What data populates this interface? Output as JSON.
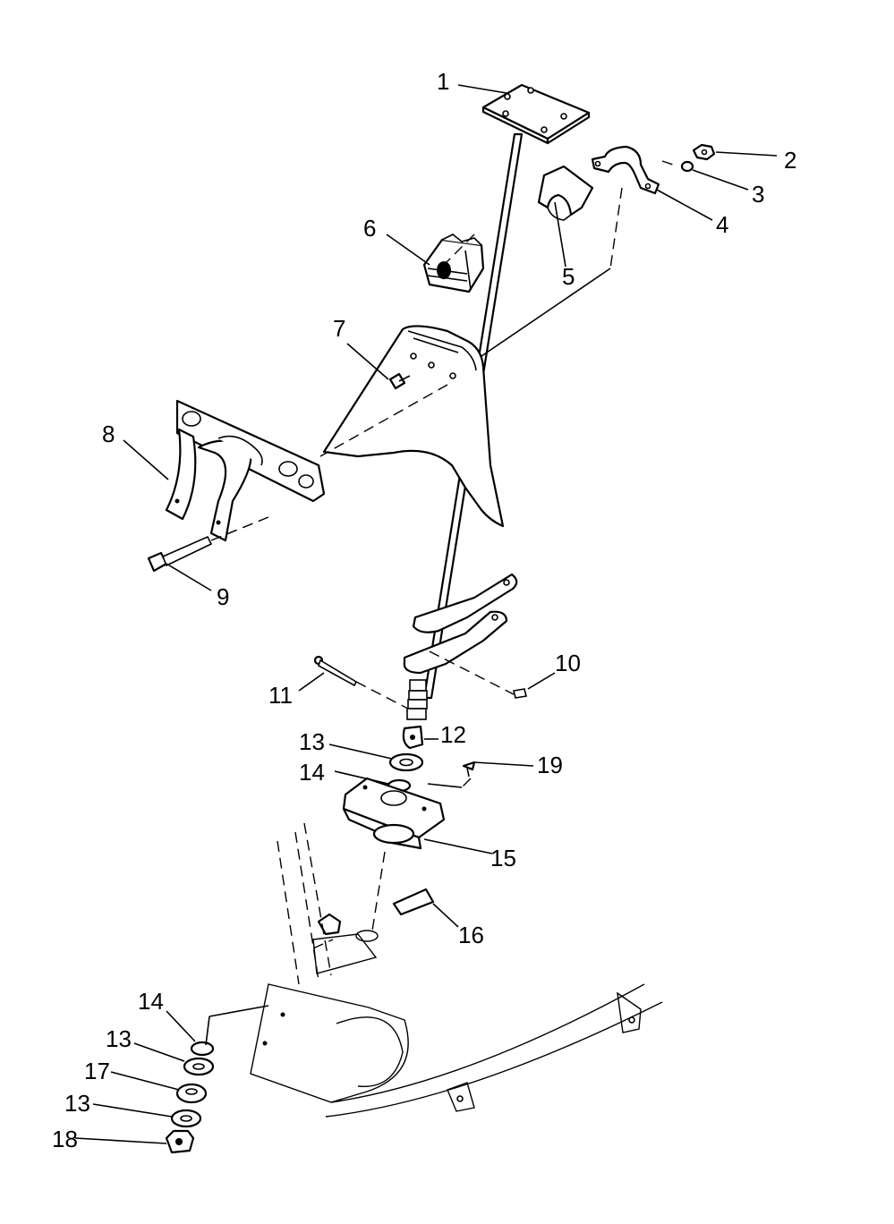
{
  "callouts": [
    {
      "id": "c1",
      "text": "1"
    },
    {
      "id": "c2",
      "text": "2"
    },
    {
      "id": "c3",
      "text": "3"
    },
    {
      "id": "c4",
      "text": "4"
    },
    {
      "id": "c5",
      "text": "5"
    },
    {
      "id": "c6",
      "text": "6"
    },
    {
      "id": "c7",
      "text": "7"
    },
    {
      "id": "c8",
      "text": "8"
    },
    {
      "id": "c9",
      "text": "9"
    },
    {
      "id": "c10",
      "text": "10"
    },
    {
      "id": "c11",
      "text": "11"
    },
    {
      "id": "c12",
      "text": "12"
    },
    {
      "id": "c13a",
      "text": "13"
    },
    {
      "id": "c14a",
      "text": "14"
    },
    {
      "id": "c19",
      "text": "19"
    },
    {
      "id": "c15",
      "text": "15"
    },
    {
      "id": "c16",
      "text": "16"
    },
    {
      "id": "c14b",
      "text": "14"
    },
    {
      "id": "c13b",
      "text": "13"
    },
    {
      "id": "c17",
      "text": "17"
    },
    {
      "id": "c13c",
      "text": "13"
    },
    {
      "id": "c18",
      "text": "18"
    }
  ]
}
